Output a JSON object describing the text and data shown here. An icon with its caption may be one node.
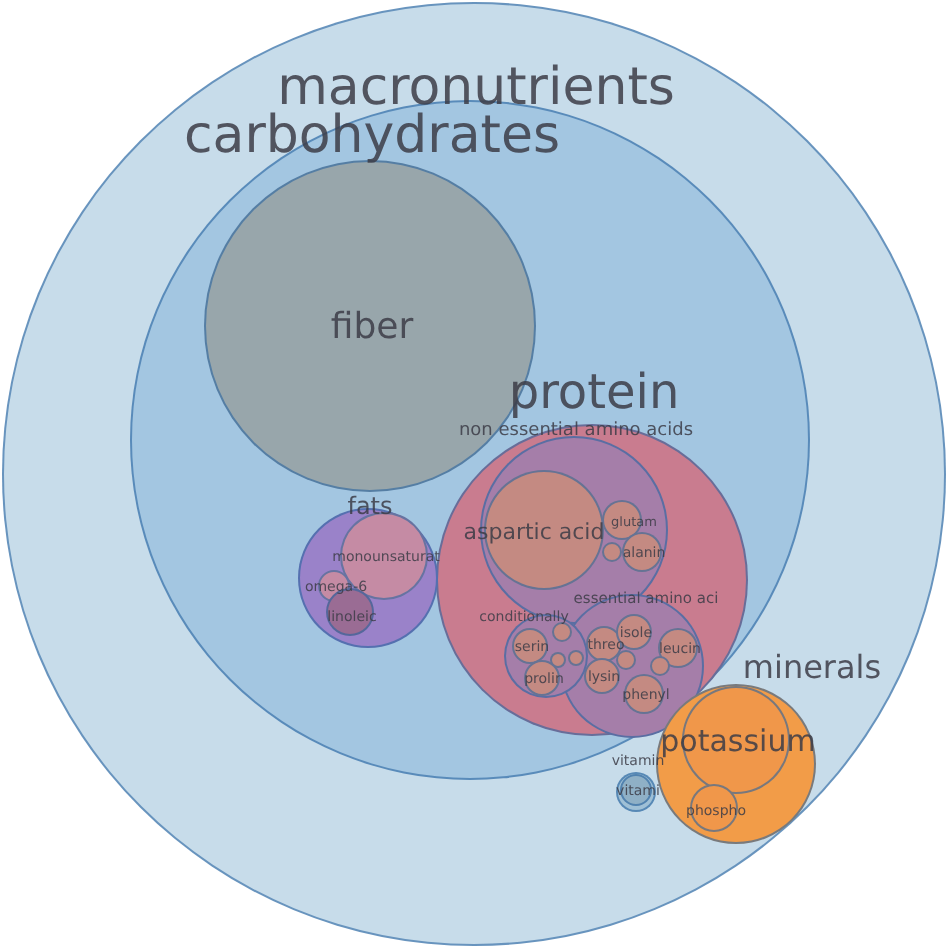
{
  "diagram": {
    "nodes": [
      {
        "text": [
          "macronutrients"
        ]
      },
      {
        "text": [
          "carbohydrates"
        ],
        "in": 0
      },
      {
        "text": [
          "fiber"
        ],
        "in": 1
      },
      {
        "text": [
          "protein"
        ],
        "in": 1
      },
      {
        "text": [
          "non essential amino acids"
        ],
        "in": 3
      },
      {
        "text": [
          "aspartic acid"
        ],
        "in": 4
      },
      {
        "text": [
          "glutam"
        ],
        "in": 4
      },
      {
        "text": [],
        "shape": "circle",
        "in": 4
      },
      {
        "text": [
          "alanin"
        ],
        "in": 4
      },
      {
        "text": [
          "essential amino aci"
        ],
        "in": 3
      },
      {
        "text": [
          "conditionally"
        ],
        "in": 3
      },
      {
        "text": [
          "serin"
        ],
        "in": 10
      },
      {
        "text": [],
        "shape": "circle",
        "in": 10
      },
      {
        "text": [],
        "shape": "circle",
        "in": 10
      },
      {
        "text": [],
        "shape": "circle"
      },
      {
        "text": [
          "prolin"
        ],
        "in": 10
      },
      {
        "text": [
          "threo"
        ],
        "in": 9
      },
      {
        "text": [
          "isole"
        ],
        "in": 9
      },
      {
        "text": [
          "leucin"
        ],
        "in": 9
      },
      {
        "text": [],
        "shape": "circle",
        "in": 9
      },
      {
        "text": [],
        "shape": "circle",
        "in": 9
      },
      {
        "text": [
          "lysin"
        ],
        "in": 9
      },
      {
        "text": [
          "phenyl"
        ],
        "in": 9
      },
      {
        "text": [
          "fats"
        ],
        "in": 1
      },
      {
        "text": [
          "monounsaturat"
        ],
        "in": 23
      },
      {
        "text": [
          "omega-6"
        ],
        "in": 23
      },
      {
        "text": [
          "linoleic"
        ],
        "in": 23
      },
      {
        "text": [
          "minerals"
        ],
        "in": 0
      },
      {
        "text": [
          "potassium"
        ],
        "in": 27
      },
      {
        "text": [
          "phospho"
        ],
        "in": 27
      },
      {
        "text": [
          "vitamin"
        ],
        "in": 0
      },
      {
        "text": [
          "vitami"
        ],
        "in": 30
      }
    ]
  }
}
